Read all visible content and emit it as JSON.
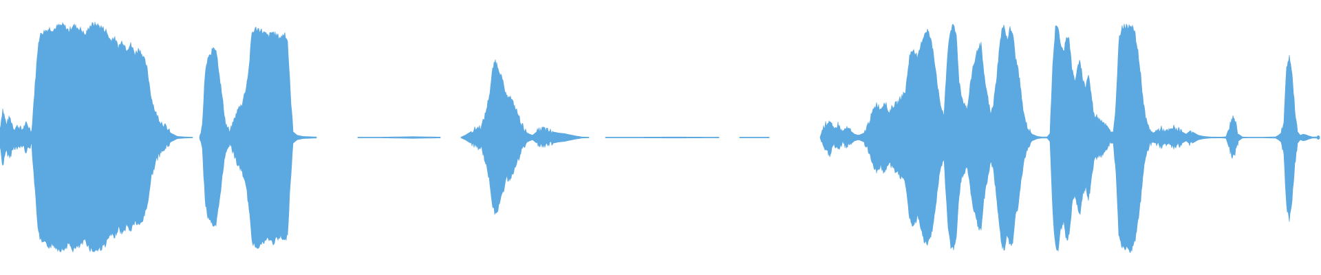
{
  "waveform": {
    "color": "#5ca9e1",
    "background": "#ffffff",
    "segments": [
      {
        "name": "segment-1",
        "envelope": [
          [
            0,
            0.08
          ],
          [
            4,
            0.25
          ],
          [
            9,
            0.12
          ],
          [
            14,
            0.18
          ],
          [
            20,
            0.08
          ],
          [
            26,
            0.1
          ],
          [
            32,
            0.07
          ],
          [
            38,
            0.12
          ],
          [
            46,
            0.06
          ],
          [
            52,
            0.55
          ],
          [
            56,
            0.85
          ],
          [
            60,
            0.92
          ],
          [
            66,
            0.94
          ],
          [
            72,
            0.96
          ],
          [
            78,
            0.95
          ],
          [
            84,
            0.98
          ],
          [
            92,
            0.99
          ],
          [
            100,
            0.94
          ],
          [
            106,
            0.99
          ],
          [
            112,
            0.97
          ],
          [
            118,
            0.95
          ],
          [
            124,
            0.9
          ],
          [
            130,
            0.98
          ],
          [
            136,
            1.0
          ],
          [
            142,
            0.99
          ],
          [
            148,
            0.97
          ],
          [
            154,
            0.94
          ],
          [
            160,
            0.86
          ],
          [
            166,
            0.88
          ],
          [
            172,
            0.8
          ],
          [
            178,
            0.85
          ],
          [
            184,
            0.78
          ],
          [
            190,
            0.82
          ],
          [
            196,
            0.74
          ],
          [
            202,
            0.78
          ],
          [
            208,
            0.72
          ],
          [
            214,
            0.6
          ],
          [
            220,
            0.35
          ],
          [
            226,
            0.22
          ],
          [
            232,
            0.15
          ],
          [
            240,
            0.1
          ],
          [
            248,
            0.04
          ],
          [
            258,
            0.01
          ],
          [
            270,
            0.005
          ],
          [
            280,
            0.003
          ]
        ]
      },
      {
        "name": "segment-2",
        "envelope": [
          [
            290,
            0.005
          ],
          [
            294,
            0.1
          ],
          [
            298,
            0.55
          ],
          [
            302,
            0.7
          ],
          [
            306,
            0.72
          ],
          [
            310,
            0.8
          ],
          [
            314,
            0.78
          ],
          [
            318,
            0.6
          ],
          [
            322,
            0.4
          ],
          [
            328,
            0.12
          ],
          [
            334,
            0.05
          ],
          [
            340,
            0.15
          ],
          [
            346,
            0.25
          ],
          [
            352,
            0.3
          ],
          [
            358,
            0.45
          ],
          [
            362,
            0.62
          ],
          [
            366,
            0.92
          ],
          [
            372,
            0.96
          ],
          [
            378,
            0.95
          ],
          [
            384,
            0.92
          ],
          [
            390,
            0.89
          ],
          [
            396,
            0.93
          ],
          [
            402,
            0.9
          ],
          [
            408,
            0.88
          ],
          [
            414,
            0.92
          ],
          [
            418,
            0.85
          ],
          [
            422,
            0.4
          ],
          [
            426,
            0.05
          ],
          [
            432,
            0.02
          ],
          [
            440,
            0.01
          ],
          [
            460,
            0.005
          ]
        ]
      },
      {
        "name": "segment-3",
        "envelope": [
          [
            520,
            0.003
          ],
          [
            560,
            0.004
          ],
          [
            600,
            0.008
          ],
          [
            620,
            0.006
          ],
          [
            640,
            0.004
          ]
        ]
      },
      {
        "name": "segment-4",
        "envelope": [
          [
            670,
            0.004
          ],
          [
            676,
            0.02
          ],
          [
            684,
            0.05
          ],
          [
            692,
            0.08
          ],
          [
            700,
            0.1
          ],
          [
            706,
            0.22
          ],
          [
            712,
            0.4
          ],
          [
            716,
            0.6
          ],
          [
            720,
            0.68
          ],
          [
            724,
            0.62
          ],
          [
            728,
            0.55
          ],
          [
            732,
            0.46
          ],
          [
            736,
            0.35
          ],
          [
            740,
            0.38
          ],
          [
            746,
            0.3
          ],
          [
            752,
            0.22
          ],
          [
            758,
            0.12
          ],
          [
            766,
            0.04
          ],
          [
            774,
            0.02
          ],
          [
            782,
            0.06
          ],
          [
            790,
            0.08
          ],
          [
            796,
            0.06
          ],
          [
            804,
            0.05
          ],
          [
            812,
            0.04
          ],
          [
            820,
            0.035
          ],
          [
            828,
            0.025
          ],
          [
            836,
            0.015
          ],
          [
            846,
            0.005
          ],
          [
            856,
            0.003
          ]
        ]
      },
      {
        "name": "segment-5",
        "envelope": [
          [
            880,
            0.003
          ],
          [
            940,
            0.004
          ],
          [
            980,
            0.005
          ],
          [
            1020,
            0.004
          ],
          [
            1045,
            0.002
          ]
        ]
      },
      {
        "name": "segment-6",
        "envelope": [
          [
            1075,
            0.002
          ],
          [
            1090,
            0.002
          ],
          [
            1110,
            0.002
          ],
          [
            1118,
            0.001
          ]
        ]
      },
      {
        "name": "segment-7",
        "envelope": [
          [
            1192,
            0.003
          ],
          [
            1196,
            0.08
          ],
          [
            1200,
            0.12
          ],
          [
            1206,
            0.15
          ],
          [
            1212,
            0.06
          ],
          [
            1218,
            0.12
          ],
          [
            1224,
            0.05
          ],
          [
            1230,
            0.08
          ],
          [
            1236,
            0.06
          ],
          [
            1242,
            0.03
          ],
          [
            1248,
            0.02
          ],
          [
            1256,
            0.04
          ],
          [
            1262,
            0.12
          ],
          [
            1268,
            0.22
          ],
          [
            1274,
            0.3
          ],
          [
            1280,
            0.25
          ],
          [
            1286,
            0.32
          ],
          [
            1292,
            0.22
          ],
          [
            1298,
            0.28
          ],
          [
            1304,
            0.3
          ],
          [
            1310,
            0.36
          ],
          [
            1316,
            0.4
          ],
          [
            1322,
            0.72
          ],
          [
            1328,
            0.78
          ],
          [
            1334,
            0.7
          ],
          [
            1340,
            0.85
          ],
          [
            1344,
            0.92
          ],
          [
            1348,
            0.95
          ],
          [
            1352,
            0.88
          ],
          [
            1356,
            0.78
          ],
          [
            1360,
            0.6
          ],
          [
            1366,
            0.3
          ],
          [
            1372,
            0.2
          ],
          [
            1378,
            0.8
          ],
          [
            1382,
            0.96
          ],
          [
            1386,
            0.98
          ],
          [
            1390,
            0.9
          ],
          [
            1394,
            0.5
          ],
          [
            1398,
            0.35
          ],
          [
            1402,
            0.3
          ],
          [
            1406,
            0.25
          ],
          [
            1410,
            0.45
          ],
          [
            1414,
            0.62
          ],
          [
            1418,
            0.7
          ],
          [
            1422,
            0.8
          ],
          [
            1426,
            0.82
          ],
          [
            1430,
            0.55
          ],
          [
            1436,
            0.34
          ],
          [
            1440,
            0.2
          ],
          [
            1444,
            0.3
          ],
          [
            1448,
            0.5
          ],
          [
            1452,
            0.75
          ],
          [
            1456,
            0.95
          ],
          [
            1460,
            0.98
          ],
          [
            1464,
            0.86
          ],
          [
            1468,
            0.96
          ],
          [
            1472,
            0.92
          ],
          [
            1476,
            0.7
          ],
          [
            1480,
            0.6
          ],
          [
            1484,
            0.4
          ],
          [
            1488,
            0.2
          ],
          [
            1494,
            0.08
          ],
          [
            1500,
            0.03
          ],
          [
            1508,
            0.01
          ],
          [
            1516,
            0.005
          ],
          [
            1522,
            0.006
          ],
          [
            1526,
            0.035
          ],
          [
            1530,
            0.65
          ],
          [
            1534,
            0.96
          ],
          [
            1538,
            0.98
          ],
          [
            1542,
            0.8
          ],
          [
            1546,
            0.75
          ],
          [
            1550,
            0.9
          ],
          [
            1554,
            0.87
          ],
          [
            1558,
            0.6
          ],
          [
            1562,
            0.5
          ],
          [
            1566,
            0.6
          ],
          [
            1570,
            0.68
          ],
          [
            1574,
            0.5
          ],
          [
            1578,
            0.45
          ],
          [
            1582,
            0.56
          ],
          [
            1586,
            0.38
          ],
          [
            1590,
            0.2
          ],
          [
            1596,
            0.18
          ],
          [
            1602,
            0.15
          ],
          [
            1606,
            0.12
          ],
          [
            1610,
            0.08
          ],
          [
            1614,
            0.05
          ],
          [
            1618,
            0.05
          ],
          [
            1622,
            0.3
          ],
          [
            1626,
            0.85
          ],
          [
            1630,
            0.96
          ],
          [
            1634,
            0.99
          ],
          [
            1638,
            0.97
          ],
          [
            1642,
            1.0
          ],
          [
            1646,
            0.98
          ],
          [
            1650,
            0.9
          ],
          [
            1654,
            0.75
          ],
          [
            1658,
            0.55
          ],
          [
            1662,
            0.3
          ],
          [
            1666,
            0.15
          ],
          [
            1670,
            0.08
          ],
          [
            1676,
            0.04
          ],
          [
            1682,
            0.06
          ],
          [
            1688,
            0.08
          ],
          [
            1694,
            0.05
          ],
          [
            1700,
            0.06
          ],
          [
            1706,
            0.09
          ],
          [
            1712,
            0.07
          ],
          [
            1718,
            0.05
          ],
          [
            1724,
            0.03
          ],
          [
            1730,
            0.06
          ],
          [
            1736,
            0.04
          ],
          [
            1742,
            0.02
          ],
          [
            1750,
            0.01
          ],
          [
            1760,
            0.005
          ],
          [
            1776,
            0.004
          ],
          [
            1782,
            0.008
          ],
          [
            1788,
            0.12
          ],
          [
            1792,
            0.18
          ],
          [
            1796,
            0.12
          ],
          [
            1800,
            0.03
          ],
          [
            1806,
            0.005
          ],
          [
            1816,
            0.003
          ],
          [
            1840,
            0.004
          ],
          [
            1854,
            0.006
          ],
          [
            1858,
            0.02
          ],
          [
            1862,
            0.04
          ],
          [
            1866,
            0.15
          ],
          [
            1870,
            0.62
          ],
          [
            1874,
            0.72
          ],
          [
            1878,
            0.55
          ],
          [
            1882,
            0.25
          ],
          [
            1886,
            0.05
          ],
          [
            1890,
            0.02
          ],
          [
            1894,
            0.03
          ],
          [
            1898,
            0.025
          ],
          [
            1902,
            0.015
          ],
          [
            1908,
            0.005
          ],
          [
            1914,
            0.006
          ],
          [
            1916,
            0.018
          ],
          [
            1918,
            0.01
          ]
        ]
      }
    ]
  }
}
